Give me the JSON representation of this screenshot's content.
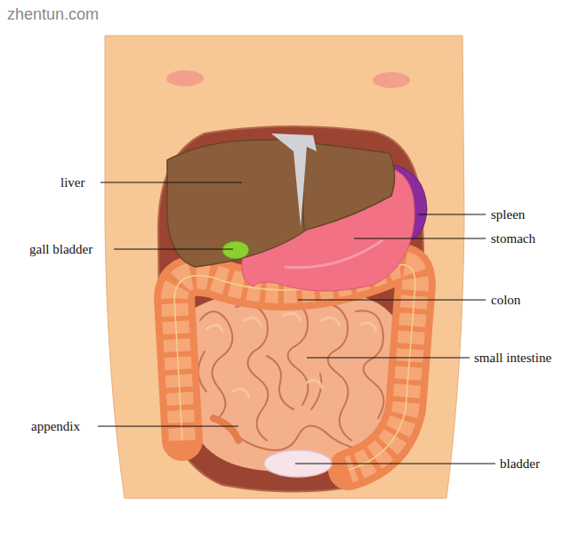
{
  "diagram": {
    "labels": [
      "zhentun.com",
      "liver",
      "spleen",
      "stomach",
      "gall bladder",
      "colon",
      "small intestine",
      "appendix",
      "bladder"
    ]
  }
}
